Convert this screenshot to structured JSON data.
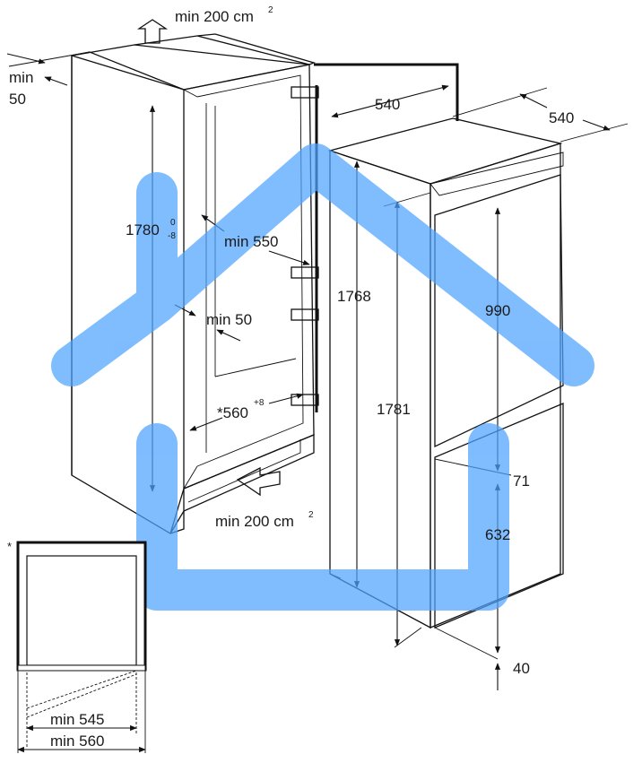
{
  "colors": {
    "house_overlay": "#4da3ff",
    "line": "#111111",
    "text": "#1a1a1a"
  },
  "icons": [
    "ventilation-up-arrow",
    "ventilation-in-arrow",
    "house-logo"
  ],
  "labels": {
    "vent_top": "min 200 cm",
    "vent_top_sup": "2",
    "gap_left_min": "min",
    "gap_left_val": "50",
    "height_niche": "1780",
    "height_niche_sup_top": "0",
    "height_niche_sub": "-8",
    "depth_min": "min 550",
    "side_min": "min 50",
    "width_niche": "*560",
    "width_niche_sup": "+8",
    "vent_bottom": "min 200 cm",
    "vent_bottom_sup": "2",
    "depth_top_a": "540",
    "depth_top_b": "540",
    "height_door_gap": "1768",
    "height_appliance": "1781",
    "height_upper_door": "990",
    "gap_doors": "71",
    "height_lower_door": "632",
    "foot_height": "40",
    "asterisk": "*",
    "inset_min_545": "min 545",
    "inset_min_560": "min 560"
  }
}
